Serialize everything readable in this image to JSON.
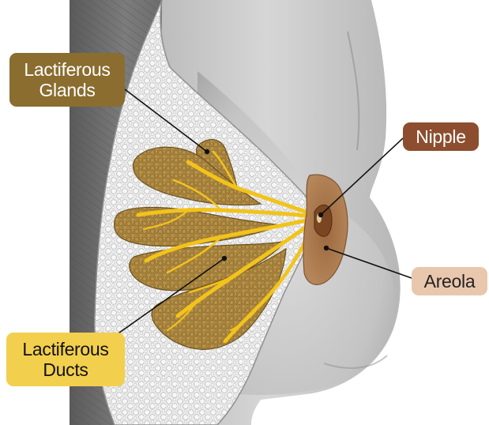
{
  "labels": {
    "lactiferous_glands": {
      "line1": "Lactiferous",
      "line2": "Glands"
    },
    "nipple": {
      "text": "Nipple"
    },
    "areola": {
      "text": "Areola"
    },
    "lactiferous_ducts": {
      "line1": "Lactiferous",
      "line2": "Ducts"
    }
  },
  "colors": {
    "glands_label_bg": "#8a6d2f",
    "nipple_label_bg": "#8c4e2e",
    "areola_label_bg": "#e9c7ad",
    "ducts_label_bg": "#f3cf4e",
    "gland_tissue": "#a9853e",
    "duct": "#f2c31a",
    "fat_tissue": "#e6e6e6",
    "skin": "#cfcfcf",
    "muscle": "#6e6e6e",
    "areola": "#a9774a",
    "nipple": "#7a4622"
  }
}
